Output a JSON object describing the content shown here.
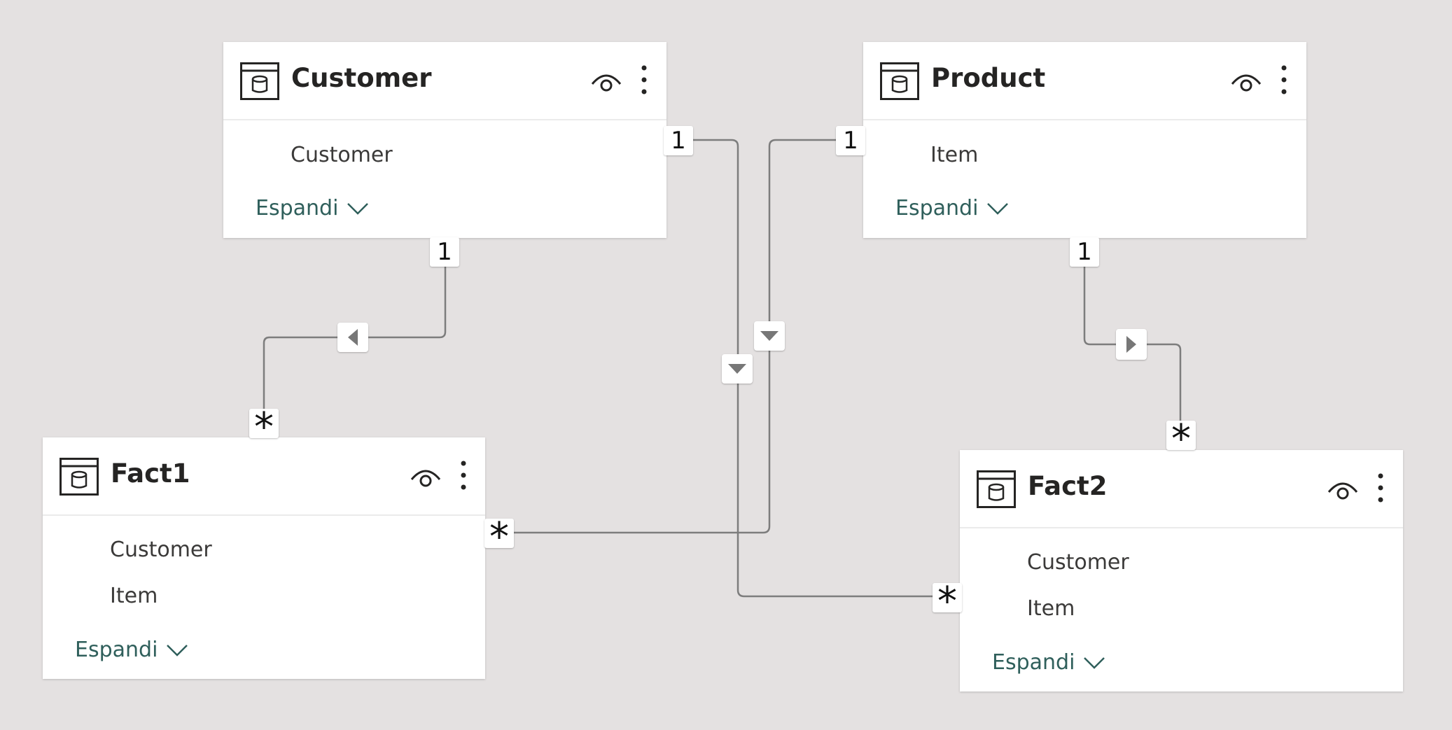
{
  "tables": {
    "customer": {
      "name": "Customer",
      "fields": [
        "Customer"
      ],
      "expand_label": "Espandi"
    },
    "product": {
      "name": "Product",
      "fields": [
        "Item"
      ],
      "expand_label": "Espandi"
    },
    "fact1": {
      "name": "Fact1",
      "fields": [
        "Customer",
        "Item"
      ],
      "expand_label": "Espandi"
    },
    "fact2": {
      "name": "Fact2",
      "fields": [
        "Customer",
        "Item"
      ],
      "expand_label": "Espandi"
    }
  },
  "cardinality": {
    "one": "1",
    "many": "*"
  },
  "colors": {
    "background": "#e4e1e1",
    "card": "#ffffff",
    "line": "#7a7a7a",
    "expand_text": "#2f5f5b"
  }
}
